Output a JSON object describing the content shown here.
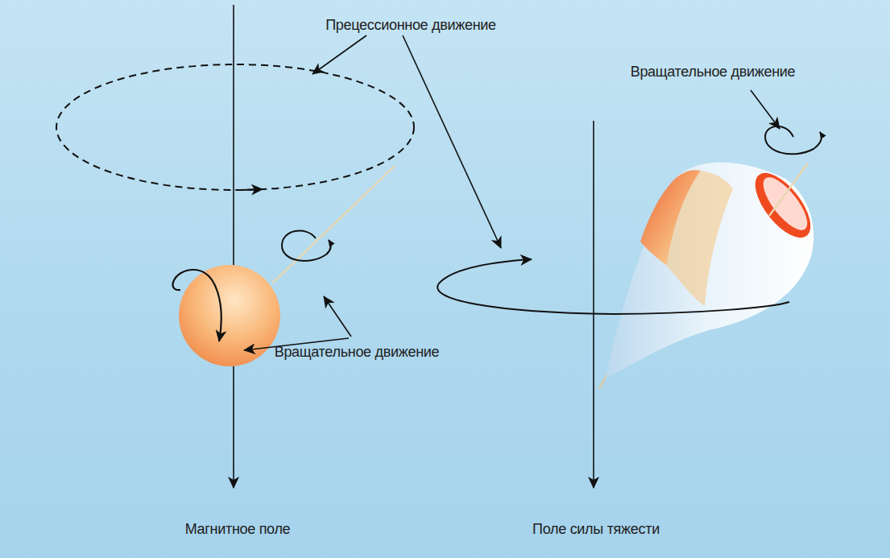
{
  "diagram": {
    "labels": [
      "Прецессионное движение",
      "Вращательное движение",
      "Вращательное движение",
      "Магнитное поле",
      "Поле силы тяжести"
    ]
  }
}
